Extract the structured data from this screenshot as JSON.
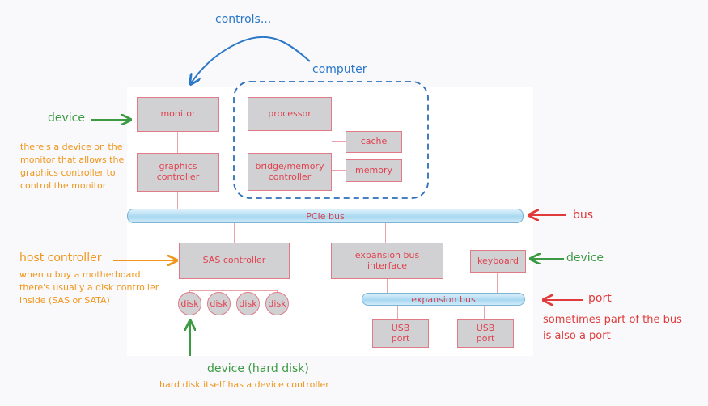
{
  "diagram": {
    "monitor": "monitor",
    "graphics_controller": "graphics\ncontroller",
    "processor": "processor",
    "cache": "cache",
    "bridge_memory_controller": "bridge/memory\ncontroller",
    "memory": "memory",
    "pcie_bus": "PCIe bus",
    "sas_controller": "SAS controller",
    "expansion_bus_interface": "expansion bus\ninterface",
    "keyboard": "keyboard",
    "expansion_bus": "expansion bus",
    "disk": "disk",
    "usb_port": "USB\nport"
  },
  "annotations": {
    "controls": "controls...",
    "computer": "computer",
    "device_monitor": "device",
    "device_monitor_note": "there's a device on the\nmonitor that allows the\ngraphics controller to\ncontrol the monitor",
    "bus": "bus",
    "host_controller": "host controller",
    "host_controller_note": "when u buy a motherboard\nthere's usually a disk controller\ninside (SAS or SATA)",
    "device_keyboard": "device",
    "port": "port",
    "port_note": "sometimes part of the bus\nis also a port",
    "device_hard_disk": "device (hard disk)",
    "hard_disk_note": "hard disk itself has a device controller"
  },
  "colors": {
    "green": "#3c9a43",
    "red": "#e03a3a",
    "orange": "#f0961c",
    "blue": "#2c78c8",
    "box_fill": "#d1d1d3",
    "box_text": "#e0414f"
  }
}
